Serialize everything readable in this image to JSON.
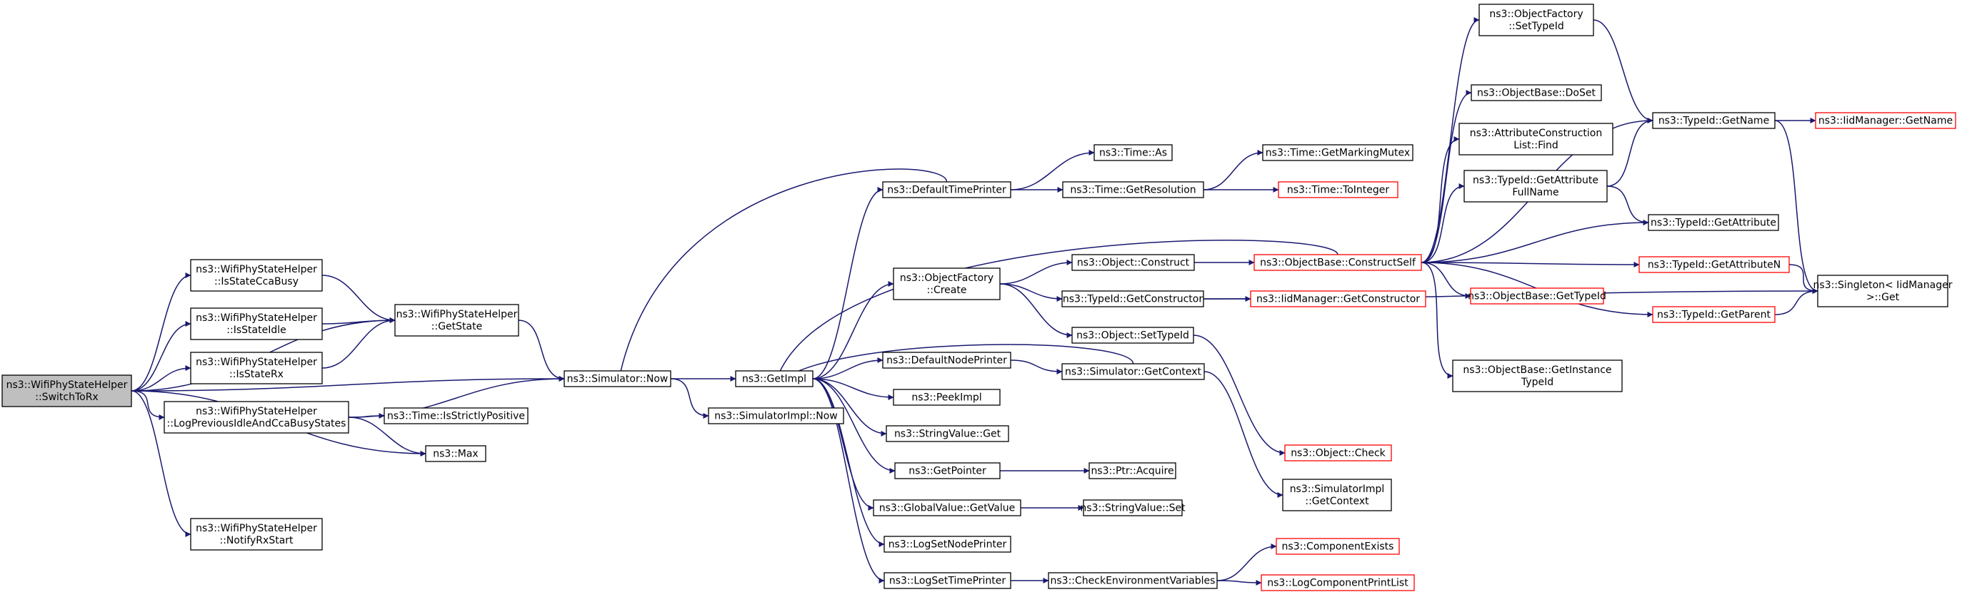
{
  "diagram": {
    "nodes": [
      {
        "id": "n0",
        "lines": [
          "ns3::WifiPhyStateHelper",
          "::SwitchToRx"
        ],
        "style": "root"
      },
      {
        "id": "n1",
        "lines": [
          "ns3::WifiPhyStateHelper",
          "::IsStateCcaBusy"
        ],
        "style": "normal"
      },
      {
        "id": "n2",
        "lines": [
          "ns3::WifiPhyStateHelper",
          "::IsStateIdle"
        ],
        "style": "normal"
      },
      {
        "id": "n3",
        "lines": [
          "ns3::WifiPhyStateHelper",
          "::IsStateRx"
        ],
        "style": "normal"
      },
      {
        "id": "n4",
        "lines": [
          "ns3::WifiPhyStateHelper",
          "::LogPreviousIdleAndCcaBusyStates"
        ],
        "style": "normal"
      },
      {
        "id": "n5",
        "lines": [
          "ns3::WifiPhyStateHelper",
          "::NotifyRxStart"
        ],
        "style": "normal"
      },
      {
        "id": "n6",
        "lines": [
          "ns3::WifiPhyStateHelper",
          "::GetState"
        ],
        "style": "normal"
      },
      {
        "id": "n7",
        "lines": [
          "ns3::Simulator::Now"
        ],
        "style": "normal"
      },
      {
        "id": "n8",
        "lines": [
          "ns3::Time::IsStrictlyPositive"
        ],
        "style": "normal"
      },
      {
        "id": "n9",
        "lines": [
          "ns3::Max"
        ],
        "style": "normal"
      },
      {
        "id": "n10",
        "lines": [
          "ns3::GetImpl"
        ],
        "style": "normal"
      },
      {
        "id": "n11",
        "lines": [
          "ns3::SimulatorImpl::Now"
        ],
        "style": "normal"
      },
      {
        "id": "n12",
        "lines": [
          "ns3::DefaultTimePrinter"
        ],
        "style": "normal"
      },
      {
        "id": "n13",
        "lines": [
          "ns3::ObjectFactory",
          "::Create"
        ],
        "style": "normal"
      },
      {
        "id": "n14",
        "lines": [
          "ns3::DefaultNodePrinter"
        ],
        "style": "normal"
      },
      {
        "id": "n15",
        "lines": [
          "ns3::PeekImpl"
        ],
        "style": "normal"
      },
      {
        "id": "n16",
        "lines": [
          "ns3::StringValue::Get"
        ],
        "style": "normal"
      },
      {
        "id": "n17",
        "lines": [
          "ns3::GetPointer"
        ],
        "style": "normal"
      },
      {
        "id": "n18",
        "lines": [
          "ns3::GlobalValue::GetValue"
        ],
        "style": "normal"
      },
      {
        "id": "n19",
        "lines": [
          "ns3::LogSetNodePrinter"
        ],
        "style": "normal"
      },
      {
        "id": "n20",
        "lines": [
          "ns3::LogSetTimePrinter"
        ],
        "style": "normal"
      },
      {
        "id": "n21",
        "lines": [
          "ns3::Time::As"
        ],
        "style": "normal"
      },
      {
        "id": "n22",
        "lines": [
          "ns3::Time::GetResolution"
        ],
        "style": "normal"
      },
      {
        "id": "n23",
        "lines": [
          "ns3::Object::Construct"
        ],
        "style": "normal"
      },
      {
        "id": "n24",
        "lines": [
          "ns3::TypeId::GetConstructor"
        ],
        "style": "normal"
      },
      {
        "id": "n25",
        "lines": [
          "ns3::Object::SetTypeId"
        ],
        "style": "normal"
      },
      {
        "id": "n26",
        "lines": [
          "ns3::Simulator::GetContext"
        ],
        "style": "normal"
      },
      {
        "id": "n27",
        "lines": [
          "ns3::Ptr::Acquire"
        ],
        "style": "normal"
      },
      {
        "id": "n28",
        "lines": [
          "ns3::StringValue::Set"
        ],
        "style": "normal"
      },
      {
        "id": "n29",
        "lines": [
          "ns3::CheckEnvironmentVariables"
        ],
        "style": "normal"
      },
      {
        "id": "n30",
        "lines": [
          "ns3::Time::GetMarkingMutex"
        ],
        "style": "normal"
      },
      {
        "id": "n31",
        "lines": [
          "ns3::Time::ToInteger"
        ],
        "style": "red"
      },
      {
        "id": "n32",
        "lines": [
          "ns3::ObjectBase::ConstructSelf"
        ],
        "style": "red"
      },
      {
        "id": "n33",
        "lines": [
          "ns3::IidManager::GetConstructor"
        ],
        "style": "red"
      },
      {
        "id": "n34",
        "lines": [
          "ns3::Object::Check"
        ],
        "style": "red"
      },
      {
        "id": "n35",
        "lines": [
          "ns3::SimulatorImpl",
          "::GetContext"
        ],
        "style": "normal"
      },
      {
        "id": "n36",
        "lines": [
          "ns3::ComponentExists"
        ],
        "style": "red"
      },
      {
        "id": "n37",
        "lines": [
          "ns3::LogComponentPrintList"
        ],
        "style": "red"
      },
      {
        "id": "n38",
        "lines": [
          "ns3::ObjectFactory",
          "::SetTypeId"
        ],
        "style": "normal"
      },
      {
        "id": "n39",
        "lines": [
          "ns3::ObjectBase::DoSet"
        ],
        "style": "normal"
      },
      {
        "id": "n40",
        "lines": [
          "ns3::AttributeConstruction",
          "List::Find"
        ],
        "style": "normal"
      },
      {
        "id": "n41",
        "lines": [
          "ns3::TypeId::GetAttribute",
          "FullName"
        ],
        "style": "normal"
      },
      {
        "id": "n42",
        "lines": [
          "ns3::ObjectBase::GetTypeId"
        ],
        "style": "red"
      },
      {
        "id": "n43",
        "lines": [
          "ns3::ObjectBase::GetInstance",
          "TypeId"
        ],
        "style": "normal"
      },
      {
        "id": "n44",
        "lines": [
          "ns3::TypeId::GetName"
        ],
        "style": "normal"
      },
      {
        "id": "n45",
        "lines": [
          "ns3::TypeId::GetAttribute"
        ],
        "style": "normal"
      },
      {
        "id": "n46",
        "lines": [
          "ns3::TypeId::GetAttributeN"
        ],
        "style": "red"
      },
      {
        "id": "n47",
        "lines": [
          "ns3::TypeId::GetParent"
        ],
        "style": "red"
      },
      {
        "id": "n48",
        "lines": [
          "ns3::IidManager::GetName"
        ],
        "style": "red"
      },
      {
        "id": "n49",
        "lines": [
          "ns3::Singleton< IidManager",
          ">::Get"
        ],
        "style": "normal"
      }
    ],
    "edges": [
      [
        "n0",
        "n1"
      ],
      [
        "n0",
        "n2"
      ],
      [
        "n0",
        "n3"
      ],
      [
        "n0",
        "n4"
      ],
      [
        "n0",
        "n5"
      ],
      [
        "n0",
        "n6"
      ],
      [
        "n0",
        "n7"
      ],
      [
        "n0",
        "n9"
      ],
      [
        "n1",
        "n6"
      ],
      [
        "n2",
        "n6"
      ],
      [
        "n3",
        "n6"
      ],
      [
        "n4",
        "n7"
      ],
      [
        "n4",
        "n8"
      ],
      [
        "n4",
        "n9"
      ],
      [
        "n6",
        "n7"
      ],
      [
        "n7",
        "n10"
      ],
      [
        "n7",
        "n11"
      ],
      [
        "n10",
        "n12"
      ],
      [
        "n10",
        "n13"
      ],
      [
        "n10",
        "n14"
      ],
      [
        "n10",
        "n15"
      ],
      [
        "n10",
        "n16"
      ],
      [
        "n10",
        "n17"
      ],
      [
        "n10",
        "n18"
      ],
      [
        "n10",
        "n19"
      ],
      [
        "n10",
        "n20"
      ],
      [
        "n12",
        "n7"
      ],
      [
        "n12",
        "n21"
      ],
      [
        "n12",
        "n22"
      ],
      [
        "n13",
        "n23"
      ],
      [
        "n13",
        "n24"
      ],
      [
        "n13",
        "n25"
      ],
      [
        "n14",
        "n26"
      ],
      [
        "n26",
        "n10"
      ],
      [
        "n26",
        "n35"
      ],
      [
        "n17",
        "n27"
      ],
      [
        "n18",
        "n28"
      ],
      [
        "n20",
        "n29"
      ],
      [
        "n22",
        "n30"
      ],
      [
        "n22",
        "n31"
      ],
      [
        "n23",
        "n32"
      ],
      [
        "n24",
        "n33"
      ],
      [
        "n24",
        "n49"
      ],
      [
        "n25",
        "n34"
      ],
      [
        "n29",
        "n36"
      ],
      [
        "n29",
        "n37"
      ],
      [
        "n32",
        "n10"
      ],
      [
        "n32",
        "n38"
      ],
      [
        "n32",
        "n39"
      ],
      [
        "n32",
        "n40"
      ],
      [
        "n32",
        "n41"
      ],
      [
        "n32",
        "n42"
      ],
      [
        "n32",
        "n43"
      ],
      [
        "n32",
        "n44"
      ],
      [
        "n32",
        "n45"
      ],
      [
        "n32",
        "n46"
      ],
      [
        "n32",
        "n47"
      ],
      [
        "n38",
        "n44"
      ],
      [
        "n41",
        "n44"
      ],
      [
        "n41",
        "n45"
      ],
      [
        "n44",
        "n48"
      ],
      [
        "n44",
        "n49"
      ],
      [
        "n46",
        "n49"
      ],
      [
        "n47",
        "n49"
      ]
    ]
  }
}
